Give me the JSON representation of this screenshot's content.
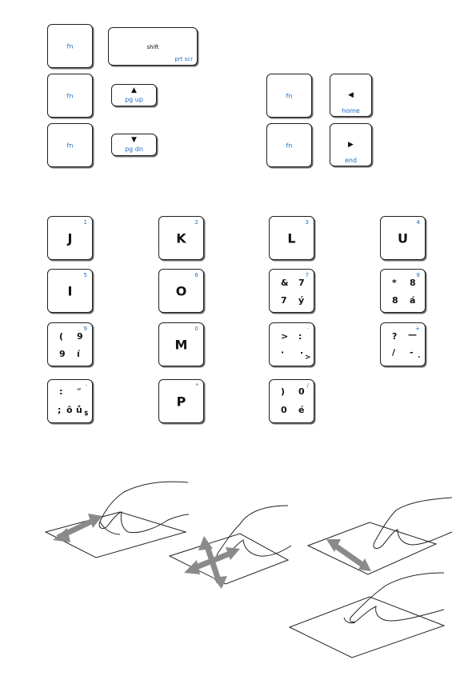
{
  "fn_label": "fn",
  "top_section": {
    "shift_key": {
      "label": "shift",
      "sub": "prt scr"
    },
    "pgup_key": {
      "arrow": "▲",
      "label": "pg up"
    },
    "pgdn_key": {
      "arrow": "▼",
      "label": "pg dn"
    },
    "home_key": {
      "arrow": "◀",
      "label": "home"
    },
    "end_key": {
      "arrow": "▶",
      "label": "end"
    }
  },
  "numpad_keys": [
    {
      "main": "J",
      "num": "1"
    },
    {
      "main": "K",
      "num": "2"
    },
    {
      "main": "L",
      "num": "3"
    },
    {
      "main": "U",
      "num": "4"
    },
    {
      "main": "I",
      "num": "5"
    },
    {
      "main": "O",
      "num": "6"
    },
    {
      "num": "7",
      "tl": "&",
      "tr": "7",
      "bl": "7",
      "br": "ý"
    },
    {
      "num": "8",
      "tl": "*",
      "tr": "8",
      "bl": "8",
      "br": "á"
    },
    {
      "num": "9",
      "tl": "(",
      "tr": "9",
      "bl": "9",
      "br": "í"
    },
    {
      "main": "M",
      "num": "0"
    },
    {
      "num": "·",
      "tl": ">",
      "tr": ":",
      "bl": "·",
      "br": ".",
      "br2": ">"
    },
    {
      "num": "+",
      "tl": "?",
      "tr": "—",
      "bl": "/",
      "br": "-",
      "br2": "."
    },
    {
      "num": "-",
      "tl": ":",
      "tr": "“",
      "bl": ";",
      "bm": "ô",
      "br": "ů",
      "br2": "$"
    },
    {
      "main": "P",
      "num": "*"
    },
    {
      "num": "/",
      "tl": ")",
      "tr": "0",
      "bl": "0",
      "br": "é"
    }
  ],
  "colors": {
    "accent": "#1f6fbf",
    "highlight": "#1a9a3a",
    "arrow": "#8a8a8a"
  }
}
